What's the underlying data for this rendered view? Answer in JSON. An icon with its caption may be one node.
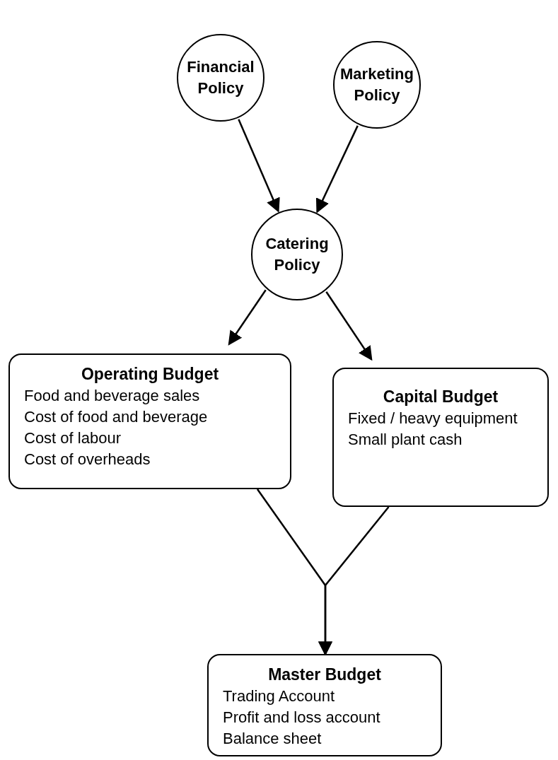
{
  "diagram": {
    "nodes": [
      {
        "text": [
          "Financial Policy"
        ]
      },
      {
        "text": [
          "Marketing Policy"
        ]
      },
      {
        "text": [
          "Catering Policy"
        ]
      },
      {
        "text": [
          "Operating Budget",
          "Food and beverage sales",
          "Cost of food and beverage",
          "Cost of labour",
          "Cost of overheads"
        ]
      },
      {
        "text": [
          "Capital Budget",
          "Fixed / heavy equipment",
          "Small plant cash"
        ]
      },
      {
        "text": [
          "Master Budget",
          "Trading Account",
          "Profit and loss account Balance sheet"
        ]
      }
    ],
    "edges": [
      {
        "from": 0,
        "to": 2,
        "arrow": "to"
      },
      {
        "from": 1,
        "to": 2,
        "arrow": "to"
      },
      {
        "from": 2,
        "to": 3,
        "arrow": "to"
      },
      {
        "from": 2,
        "to": 4,
        "arrow": "to"
      },
      {
        "from": 3,
        "to": 5,
        "arrow": "to"
      },
      {
        "from": 4,
        "to": 5,
        "arrow": "to"
      }
    ]
  }
}
